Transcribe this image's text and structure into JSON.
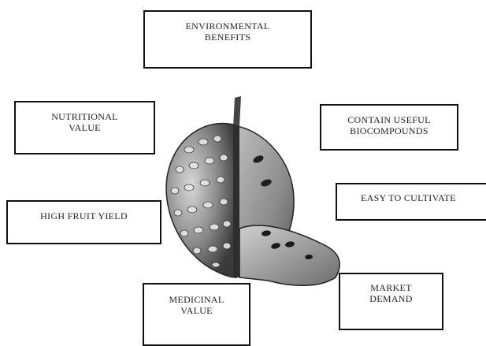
{
  "diagram": {
    "center_image": "sugar-apple-illustration",
    "boxes": {
      "environmental": "ENVIRONMENTAL\nBENEFITS",
      "nutritional": "NUTRITIONAL\nVALUE",
      "biocompounds": "CONTAIN USEFUL\nBIOCOMPOUNDS",
      "easy": "EASY TO CULTIVATE",
      "yield": "HIGH FRUIT YIELD",
      "medicinal": "MEDICINAL\nVALUE",
      "market": "MARKET\nDEMAND"
    }
  }
}
